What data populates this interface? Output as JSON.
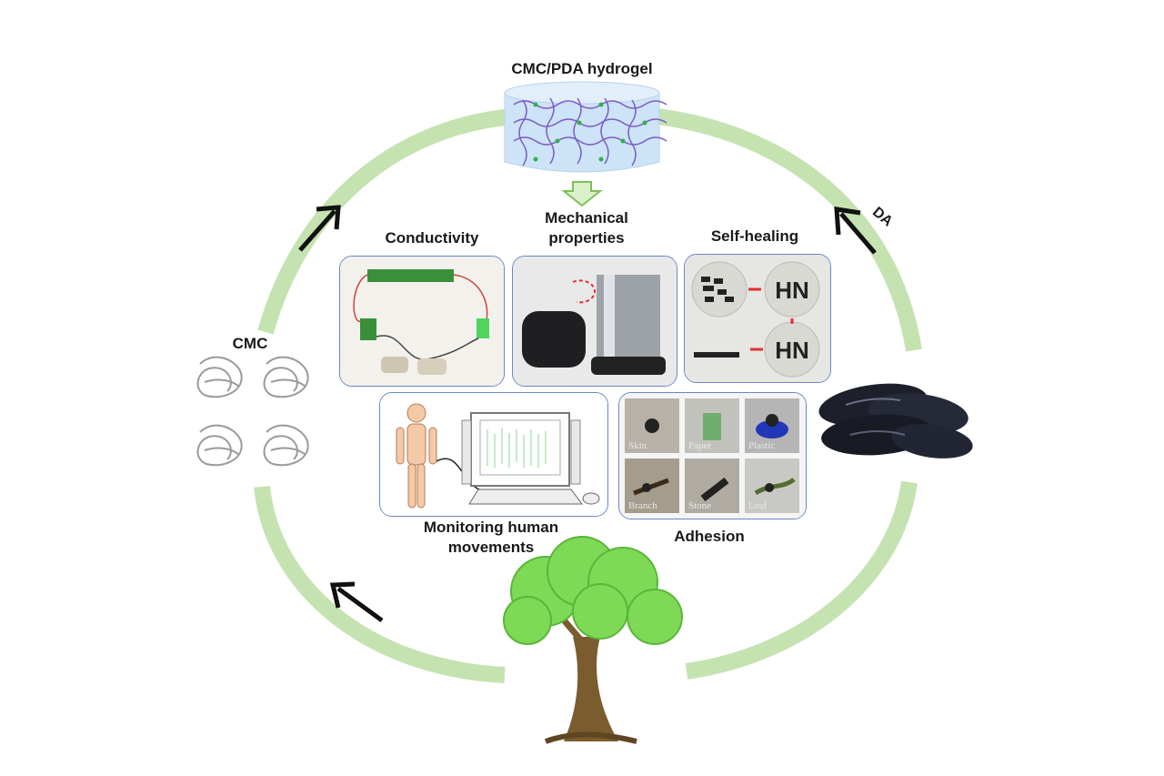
{
  "diagram": {
    "top_label": "CMC/PDA hydrogel",
    "labels": {
      "conductivity": "Conductivity",
      "mechanical_line1": "Mechanical",
      "mechanical_line2": "properties",
      "self_healing": "Self-healing",
      "monitoring_line1": "Monitoring human",
      "monitoring_line2": "movements",
      "adhesion": "Adhesion",
      "cmc": "CMC",
      "da": "DA"
    },
    "adhesion_captions": [
      "Skin",
      "Paper",
      "Plastic",
      "Branch",
      "Stone",
      "Leaf"
    ],
    "self_healing_letters": "HN",
    "colors": {
      "cycle_ring": "#c5e3b1",
      "panel_border": "#6a86c6",
      "tree_leaves": "#7ed957",
      "tree_trunk": "#7a5c2e",
      "hydrogel": "#cde3f7",
      "arrow": "#111111"
    }
  }
}
